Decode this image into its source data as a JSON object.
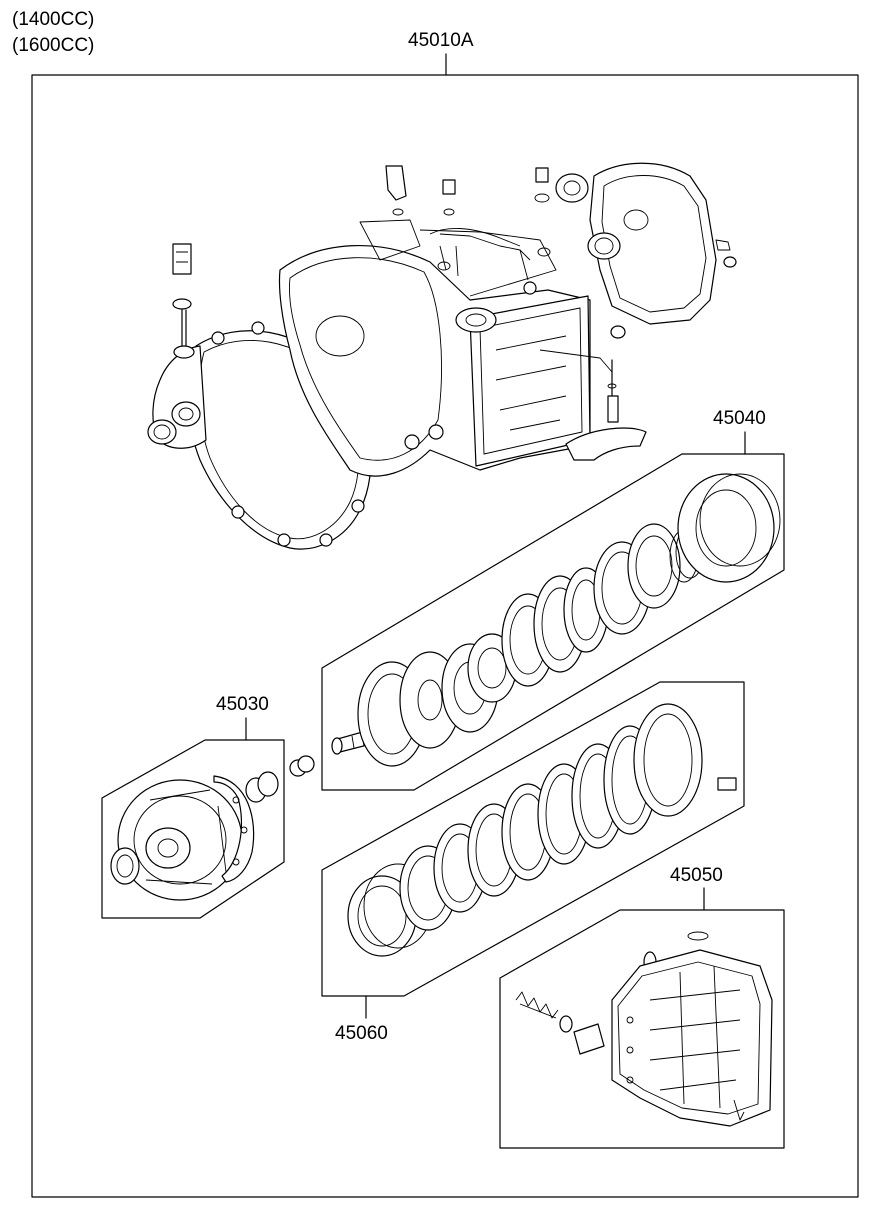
{
  "header": {
    "engine_line_1": "(1400CC)",
    "engine_line_2": "(1600CC)"
  },
  "parts": {
    "assembly": "45010A",
    "clutch_pack": "45040",
    "oil_pump": "45030",
    "multi_plate_set": "45060",
    "valve_body": "45050"
  }
}
